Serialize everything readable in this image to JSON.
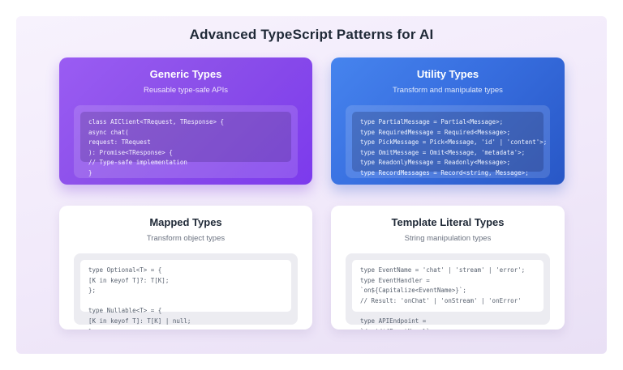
{
  "page": {
    "title": "Advanced TypeScript Patterns for AI"
  },
  "colors": {
    "page_background": "#ffffff",
    "panel_background": "#f1e9fa",
    "purple_card_gradient_start": "#9a5cf3",
    "purple_card_gradient_end": "#7c3aed",
    "blue_card_gradient_start": "#4684ee",
    "blue_card_gradient_end": "#2857c6",
    "white_card_background": "#ffffff",
    "heading_text": "#1f2937",
    "muted_text": "#6b7280"
  },
  "cards": [
    {
      "id": "generic-types",
      "variant": "purple",
      "title": "Generic Types",
      "subtitle": "Reusable type-safe APIs",
      "code_lines": [
        "class AIClient<TRequest, TResponse> {",
        "async chat(",
        "request: TRequest",
        "): Promise<TResponse> {",
        "// Type-safe implementation",
        "}"
      ]
    },
    {
      "id": "utility-types",
      "variant": "blue",
      "title": "Utility Types",
      "subtitle": "Transform and manipulate types",
      "code_lines": [
        "type PartialMessage = Partial<Message>;",
        "type RequiredMessage = Required<Message>;",
        "type PickMessage = Pick<Message, 'id' | 'content'>;",
        "type OmitMessage = Omit<Message, 'metadata'>;",
        "type ReadonlyMessage = Readonly<Message>;",
        "type RecordMessages = Record<string, Message>;"
      ]
    },
    {
      "id": "mapped-types",
      "variant": "white",
      "title": "Mapped Types",
      "subtitle": "Transform object types",
      "code_lines": [
        "type Optional<T> = {",
        "[K in keyof T]?: T[K];",
        "};",
        "",
        "type Nullable<T> = {",
        "[K in keyof T]: T[K] | null;",
        "};"
      ]
    },
    {
      "id": "template-literal-types",
      "variant": "white",
      "title": "Template Literal Types",
      "subtitle": "String manipulation types",
      "code_lines": [
        "type EventName = 'chat' | 'stream' | 'error';",
        "type EventHandler =",
        "`on${Capitalize<EventName>}`;",
        "// Result: 'onChat' | 'onStream' | 'onError'",
        "",
        "type APIEndpoint =",
        "`/api/${EventName}`;"
      ]
    }
  ]
}
